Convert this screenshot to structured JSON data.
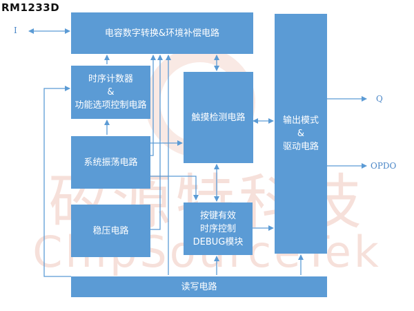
{
  "title": "RM1233D",
  "watermark": {
    "cn": "矽源特科技",
    "en": "ChipSourceTek"
  },
  "colors": {
    "block": "#5b9bd5",
    "wire": "#5b9bd5",
    "watermark": "#f0c7bd"
  },
  "blocks": {
    "cap_to_digital": {
      "lines": [
        "电容数字转换&环境补偿电路"
      ]
    },
    "timing_counter": {
      "lines": [
        "时序计数器",
        "&",
        "功能选项控制电路"
      ]
    },
    "touch_detect": {
      "lines": [
        "触摸检测电路"
      ]
    },
    "oscillator": {
      "lines": [
        "系统振荡电路"
      ]
    },
    "regulator": {
      "lines": [
        "稳压电路"
      ]
    },
    "key_valid": {
      "lines": [
        "按键有效",
        "时序控制",
        "DEBUG模块"
      ]
    },
    "output_driver": {
      "lines": [
        "输出模式",
        "&",
        "驱动电路"
      ]
    },
    "read_write": {
      "lines": [
        "读写电路"
      ]
    }
  },
  "io": {
    "input_i": "I",
    "output_q": "Q",
    "output_opdo": "OPDO"
  }
}
